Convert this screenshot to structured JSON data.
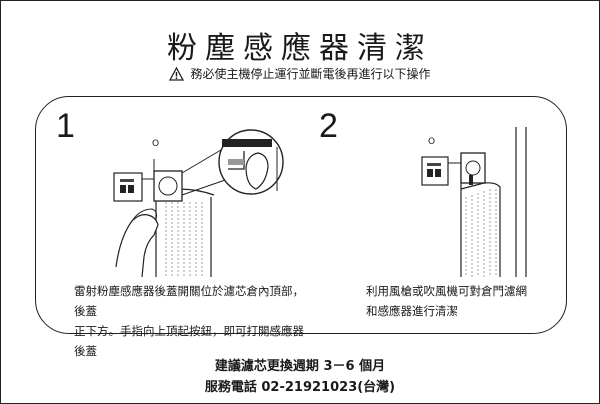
{
  "header": {
    "title": "粉塵感應器清潔",
    "warning": "務必使主機停止運行並斷電後再進行以下操作",
    "warning_icon": "warning-triangle-icon"
  },
  "steps": [
    {
      "number": "1",
      "text_line1": "雷射粉塵感應器後蓋開關位於濾芯倉內頂部，後蓋",
      "text_line2": "正下方。手指向上頂起按鈕，即可打開感應器後蓋",
      "sensor_label": "O"
    },
    {
      "number": "2",
      "text_line1": "利用風槍或吹風機可對倉門濾網",
      "text_line2": "和感應器進行清潔",
      "sensor_label": "O"
    }
  ],
  "footer": {
    "line1": "建議濾芯更換週期 3－6 個月",
    "line2": "服務電話 02-21921023(台灣)"
  }
}
